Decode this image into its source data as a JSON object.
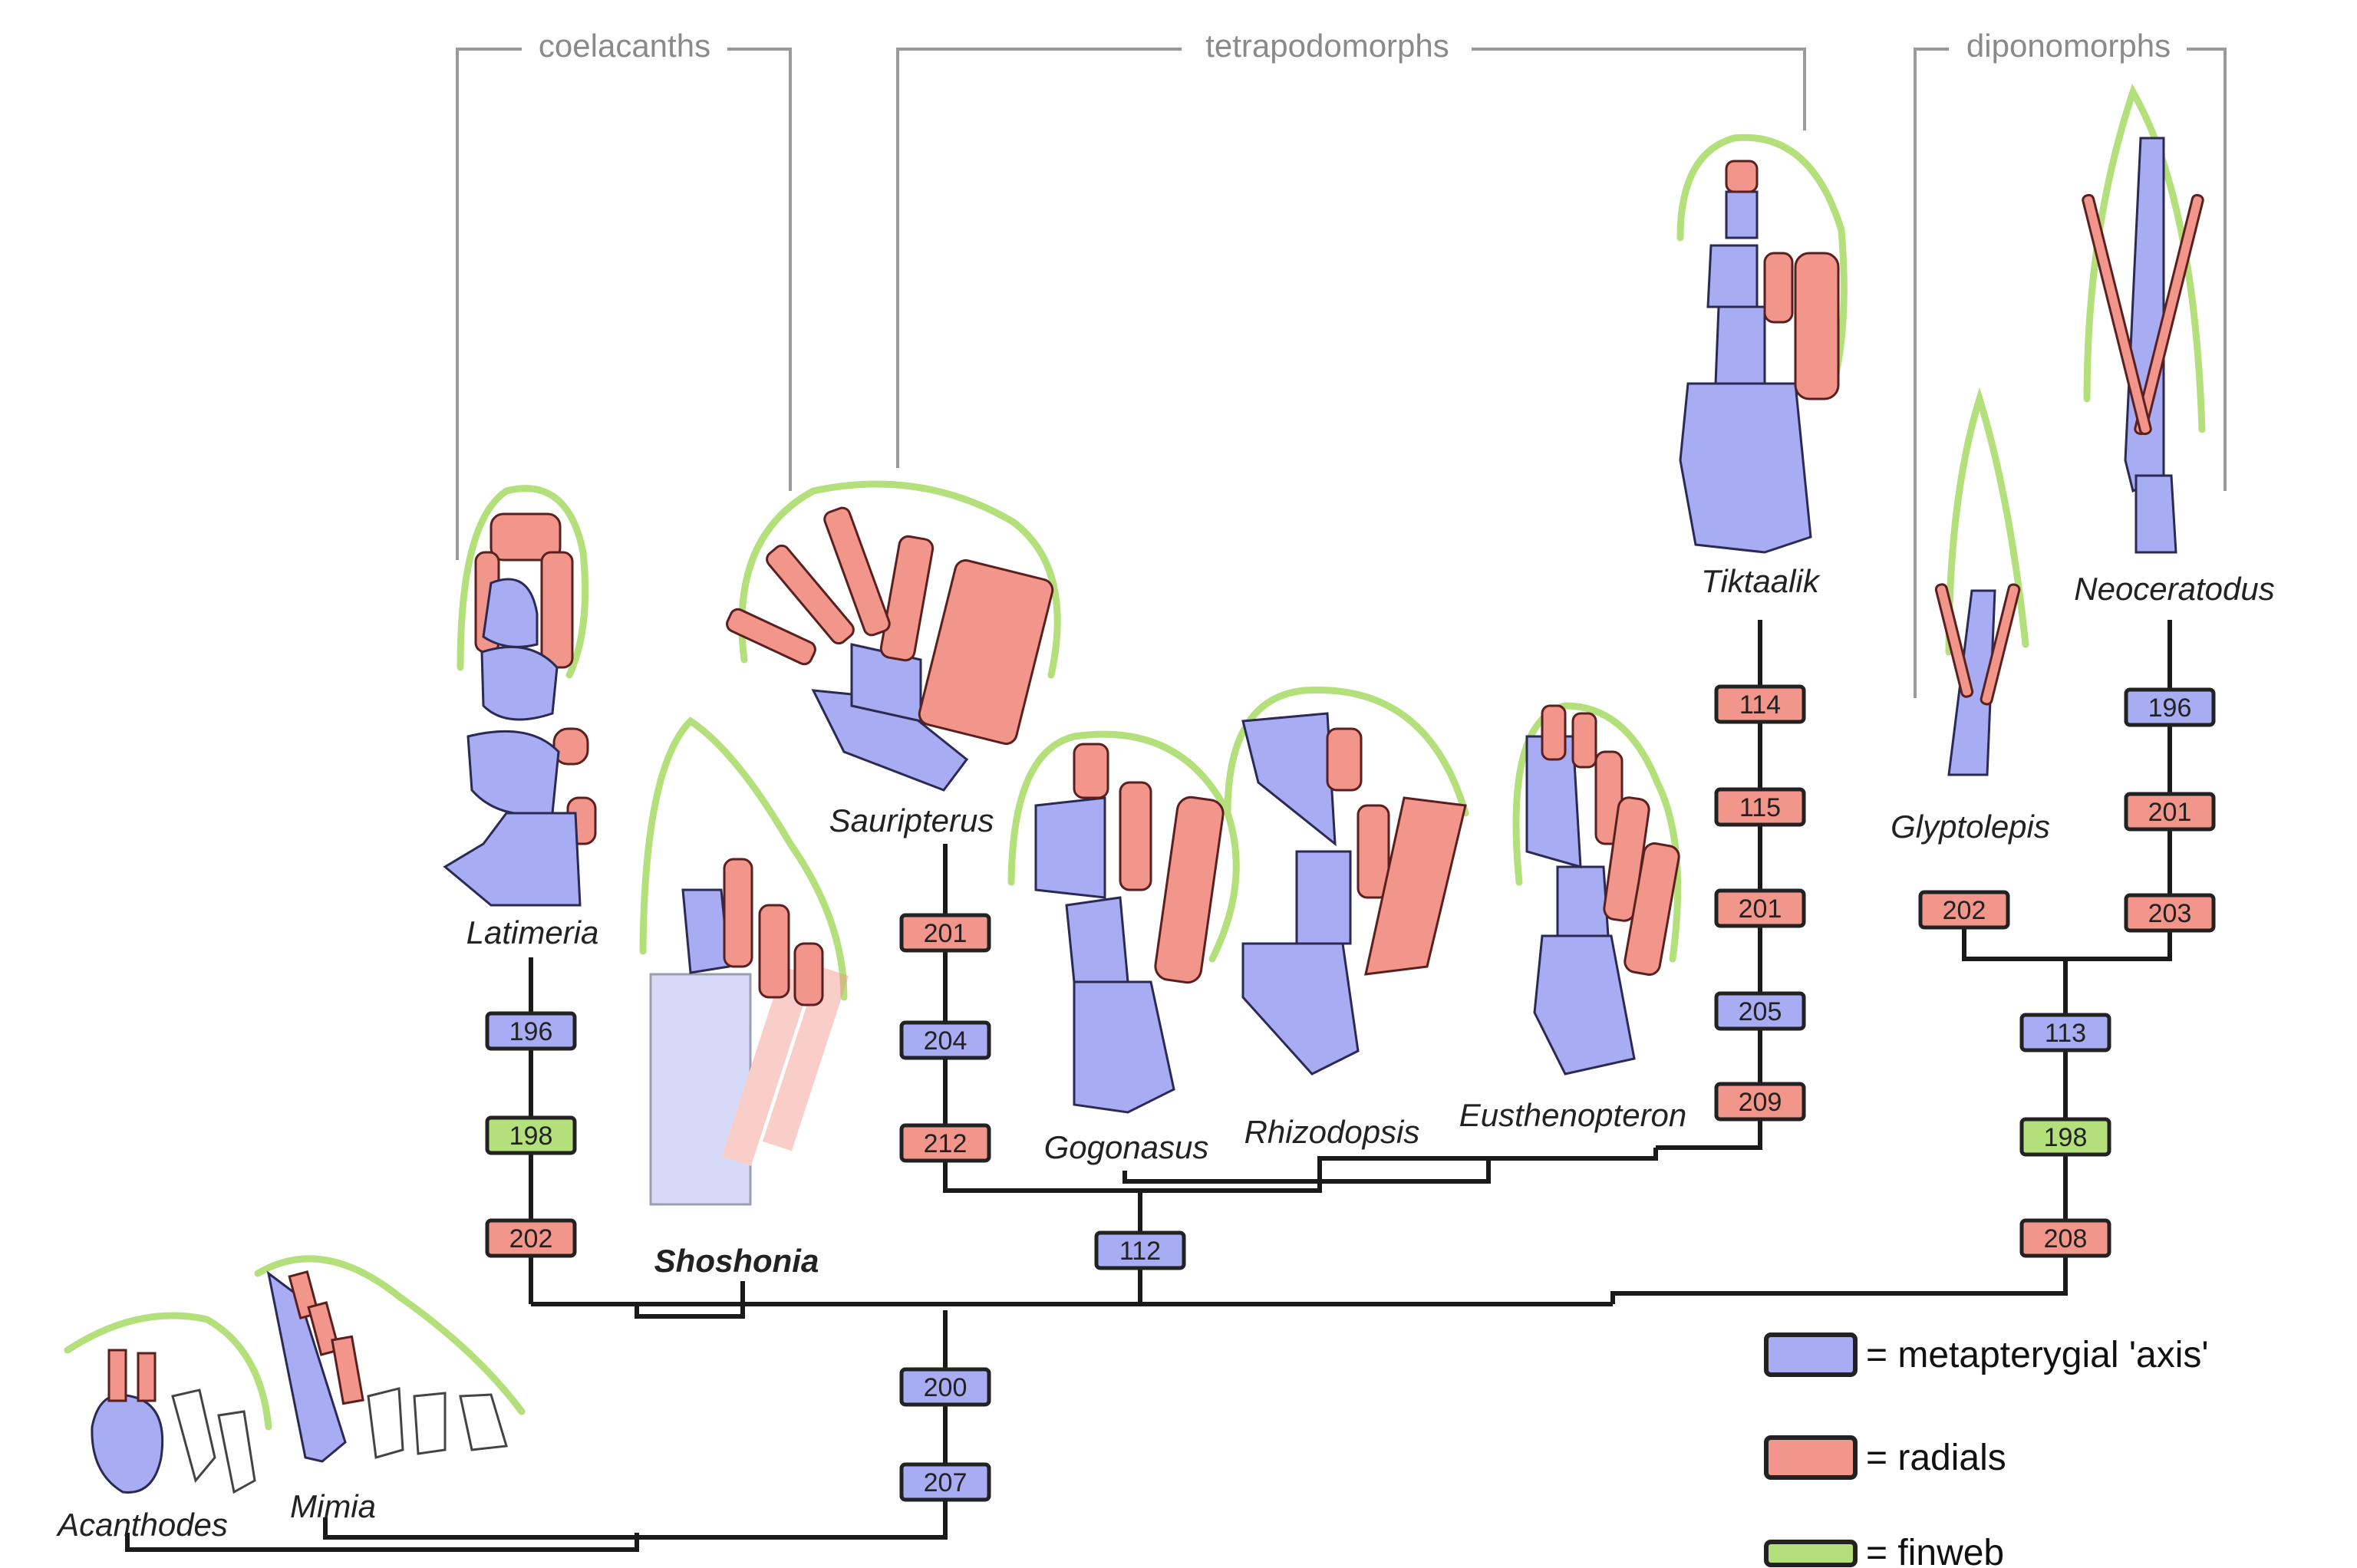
{
  "colors": {
    "axis": "#a8acf2",
    "radial": "#f2958a",
    "finweb": "#b3e07a",
    "box_stroke": "#222222"
  },
  "clades": {
    "coelacanths": "coelacanths",
    "tetrapodomorphs": "tetrapodomorphs",
    "diponomorphs": "diponomorphs"
  },
  "taxa": {
    "latimeria": "Latimeria",
    "shoshonia": "Shoshonia",
    "sauripterus": "Sauripterus",
    "gogonasus": "Gogonasus",
    "rhizodopsis": "Rhizodopsis",
    "eusthenopteron": "Eusthenopteron",
    "tiktaalik": "Tiktaalik",
    "glyptolepis": "Glyptolepis",
    "neoceratodus": "Neoceratodus",
    "acanthodes": "Acanthodes",
    "mimia": "Mimia"
  },
  "characters": [
    {
      "id": "latimeria_1",
      "label": "196",
      "kind": "axis"
    },
    {
      "id": "latimeria_2",
      "label": "198",
      "kind": "finweb"
    },
    {
      "id": "latimeria_3",
      "label": "202",
      "kind": "radial"
    },
    {
      "id": "sauripterus_1",
      "label": "201",
      "kind": "radial"
    },
    {
      "id": "sauripterus_2",
      "label": "204",
      "kind": "axis"
    },
    {
      "id": "sauripterus_3",
      "label": "212",
      "kind": "radial"
    },
    {
      "id": "tetrapod_node",
      "label": "112",
      "kind": "axis"
    },
    {
      "id": "tiktaalik_1",
      "label": "114",
      "kind": "radial"
    },
    {
      "id": "tiktaalik_2",
      "label": "115",
      "kind": "radial"
    },
    {
      "id": "tiktaalik_3",
      "label": "201",
      "kind": "radial"
    },
    {
      "id": "tiktaalik_4",
      "label": "205",
      "kind": "axis"
    },
    {
      "id": "tiktaalik_5",
      "label": "209",
      "kind": "radial"
    },
    {
      "id": "neoceratodus_1",
      "label": "196",
      "kind": "axis"
    },
    {
      "id": "neoceratodus_2",
      "label": "201",
      "kind": "radial"
    },
    {
      "id": "neoceratodus_3",
      "label": "203",
      "kind": "radial"
    },
    {
      "id": "glyptolepis_1",
      "label": "202",
      "kind": "radial"
    },
    {
      "id": "dipno_node_1",
      "label": "113",
      "kind": "axis"
    },
    {
      "id": "dipno_node_2",
      "label": "198",
      "kind": "finweb"
    },
    {
      "id": "dipno_node_3",
      "label": "208",
      "kind": "radial"
    },
    {
      "id": "sarco_node_1",
      "label": "200",
      "kind": "axis"
    },
    {
      "id": "sarco_node_2",
      "label": "207",
      "kind": "axis"
    }
  ],
  "legend": {
    "axis": "= metapterygial 'axis'",
    "radial": "= radials",
    "finweb": "= finweb"
  }
}
